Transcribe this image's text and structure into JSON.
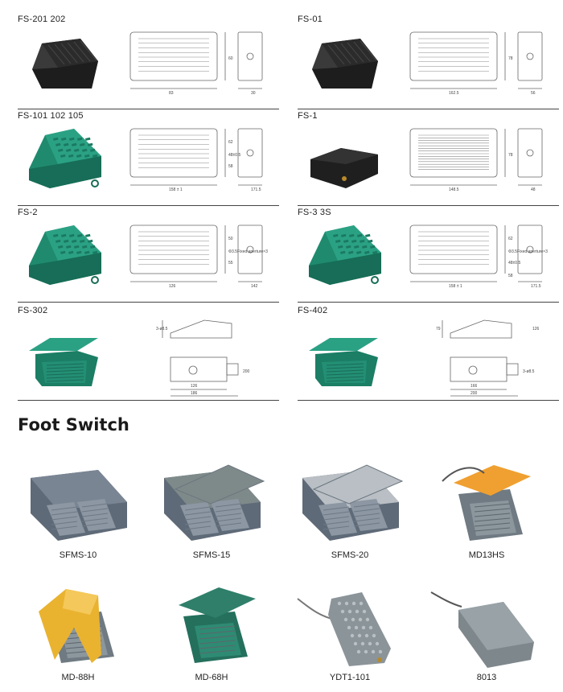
{
  "models": [
    {
      "title": "FS-201 202",
      "style": "dark",
      "dims": [
        "83",
        "30",
        "60"
      ]
    },
    {
      "title": "FS-01",
      "style": "dark-angled",
      "dims": [
        "162.5",
        "56",
        "78"
      ]
    },
    {
      "title": "FS-101 102 105",
      "style": "green",
      "dims": [
        "158 ± 1",
        "171.5",
        "48±0.5",
        "62",
        "58"
      ]
    },
    {
      "title": "FS-1",
      "style": "dark-flat",
      "dims": [
        "148.5",
        "48",
        "78"
      ]
    },
    {
      "title": "FS-2",
      "style": "green",
      "dims": [
        "126",
        "142",
        "Φ3.5Fixed aperture×3",
        "50",
        "55"
      ]
    },
    {
      "title": "FS-3 3S",
      "style": "green",
      "dims": [
        "158 ± 1",
        "171.5",
        "Φ3.5Fixed aperture×3",
        "62",
        "48±0.5",
        "58"
      ]
    },
    {
      "title": "FS-302",
      "style": "green-cover",
      "dims": [
        "126",
        "186",
        "200",
        "3-ø8.5"
      ]
    },
    {
      "title": "FS-402",
      "style": "green-cover",
      "dims": [
        "166",
        "200",
        "3-ø8.5",
        "79",
        "126"
      ]
    }
  ],
  "section_title": "Foot Switch",
  "products": [
    {
      "label": "SFMS-10",
      "style": "grey-double",
      "color": "#7a8594"
    },
    {
      "label": "SFMS-15",
      "style": "grey-double-cover",
      "color": "#7e8a8a"
    },
    {
      "label": "SFMS-20",
      "style": "silver-double-cover",
      "color": "#b9bfc4"
    },
    {
      "label": "MD13HS",
      "style": "orange-cover",
      "color": "#f0a030"
    },
    {
      "label": "MD-88H",
      "style": "yellow-cover",
      "color": "#e9b330"
    },
    {
      "label": "MD-68H",
      "style": "green-cover",
      "color": "#2f7f6a"
    },
    {
      "label": "YDT1-101",
      "style": "grey-studded",
      "color": "#8b9499"
    },
    {
      "label": "8013",
      "style": "grey-corded",
      "color": "#7e878c"
    }
  ]
}
